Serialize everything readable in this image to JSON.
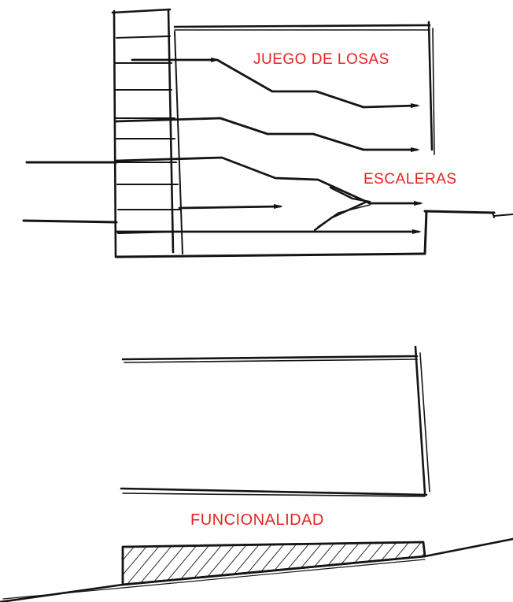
{
  "annotations": {
    "slabs": "JUEGO DE LOSAS",
    "stairs": "ESCALERAS",
    "functionality": "FUNCIONALIDAD"
  },
  "colors": {
    "annotation": "#e8231f",
    "ink": "#141414",
    "paper": "#ffffff"
  }
}
